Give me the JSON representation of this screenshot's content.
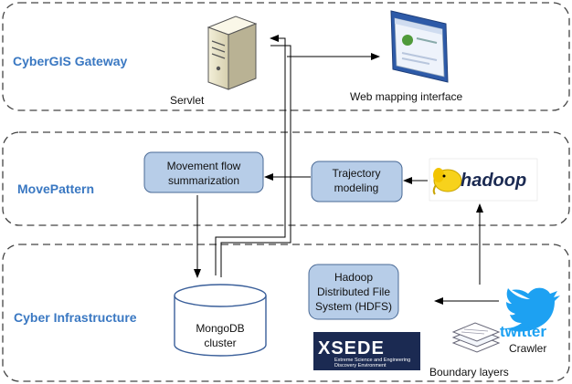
{
  "layers": {
    "gateway": "CyberGIS Gateway",
    "movepattern": "MovePattern",
    "infrastructure": "Cyber Infrastructure"
  },
  "nodes": {
    "servlet": "Servlet",
    "web_mapping": "Web mapping interface",
    "movement_flow": [
      "Movement flow",
      "summarization"
    ],
    "trajectory": [
      "Trajectory",
      "modeling"
    ],
    "mongodb": [
      "MongoDB",
      "cluster"
    ],
    "hdfs": [
      "Hadoop",
      "Distributed File",
      "System (HDFS)"
    ],
    "crawler": "Crawler",
    "boundary": "Boundary layers"
  },
  "logos": {
    "hadoop": "hadoop",
    "twitter": "twitter",
    "xsede": "XSEDE",
    "xsede_sub1": "Extreme Science and Engineering",
    "xsede_sub2": "Discovery Environment"
  },
  "colors": {
    "layer_title": "#3a78c2",
    "node_fill": "#b7cde8",
    "node_stroke": "#4a6a96",
    "twitter": "#1da1f2",
    "xsede_bg": "#1b2a52",
    "hadoop_yellow": "#f7d21c"
  }
}
